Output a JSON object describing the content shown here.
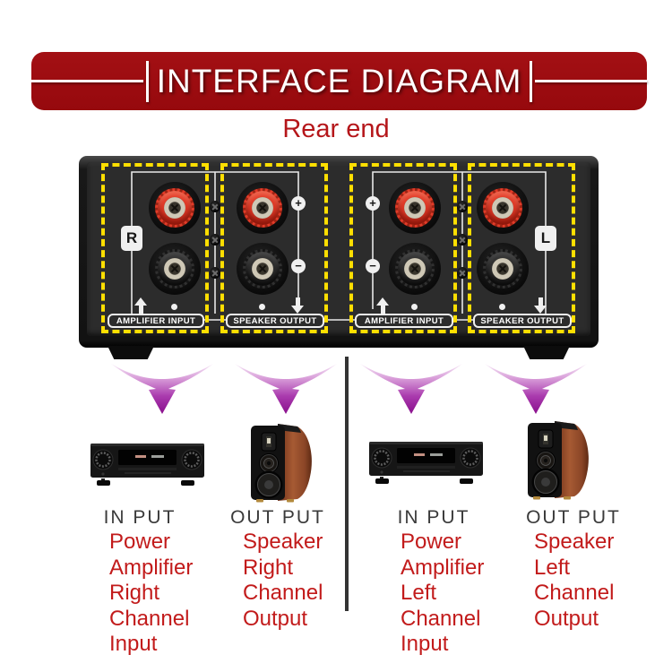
{
  "banner": {
    "title": "INTERFACE DIAGRAM",
    "bg_color": "#9b0c10",
    "text_color": "#ffffff"
  },
  "subtitle": {
    "text": "Rear end",
    "color": "#b5161a"
  },
  "rear_panel": {
    "highlight_color": "#ffdf00",
    "groups": [
      {
        "label": "AMPLIFIER INPUT",
        "side_label": "R"
      },
      {
        "label": "SPEAKER OUTPUT",
        "plus": "+",
        "minus": "−"
      },
      {
        "label": "AMPLIFIER INPUT",
        "plus": "+",
        "minus": "−"
      },
      {
        "label": "SPEAKER OUTPUT",
        "side_label": "L"
      }
    ]
  },
  "columns": [
    {
      "header": "IN PUT",
      "device": "power-amplifier",
      "lines": [
        "Power",
        "Amplifier",
        "Right",
        "Channel",
        "Input"
      ]
    },
    {
      "header": "OUT PUT",
      "device": "speaker",
      "lines": [
        "Speaker",
        "Right",
        "Channel",
        "Output"
      ]
    },
    {
      "header": "IN PUT",
      "device": "power-amplifier",
      "lines": [
        "Power",
        "Amplifier",
        "Left",
        "Channel",
        "Input"
      ]
    },
    {
      "header": "OUT PUT",
      "device": "speaker",
      "lines": [
        "Speaker",
        "Left",
        "Channel",
        "Output"
      ]
    }
  ],
  "colors": {
    "accent_red": "#c21b1b",
    "header_gray": "#3a3a3a",
    "arrow_purple": "#8a0f8d",
    "panel_yellow": "#ffdf00"
  }
}
